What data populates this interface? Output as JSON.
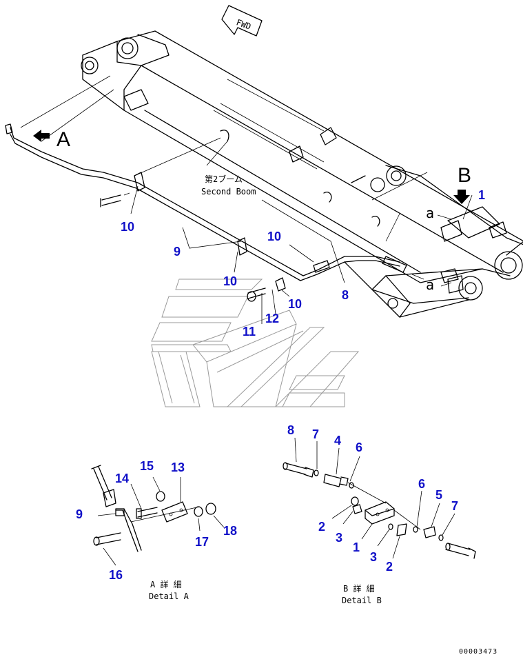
{
  "fwd_label": "FWD",
  "view_a_label": "A",
  "view_b_label": "B",
  "section_a_marker": "a",
  "section_a_marker_2": "a",
  "boom_label_jp": "第2ブーム",
  "boom_label_en": "Second Boom",
  "detail_a_jp": "A 詳 細",
  "detail_a_en": "Detail A",
  "detail_b_jp": "B 詳 細",
  "detail_b_en": "Detail B",
  "drawing_number": "00003473",
  "callouts": {
    "main_1": "1",
    "main_8": "8",
    "main_9": "9",
    "main_10a": "10",
    "main_10b": "10",
    "main_10c": "10",
    "main_10d": "10",
    "main_11": "11",
    "main_12": "12",
    "da_9": "9",
    "da_13": "13",
    "da_14": "14",
    "da_15": "15",
    "da_16": "16",
    "da_17": "17",
    "da_18": "18",
    "db_8": "8",
    "db_7a": "7",
    "db_4": "4",
    "db_6a": "6",
    "db_2a": "2",
    "db_3a": "3",
    "db_1": "1",
    "db_3b": "3",
    "db_2b": "2",
    "db_6b": "6",
    "db_5": "5",
    "db_7b": "7"
  },
  "colors": {
    "callout": "#1010c8",
    "line": "#000000",
    "watermark": "#9a9a9a"
  }
}
